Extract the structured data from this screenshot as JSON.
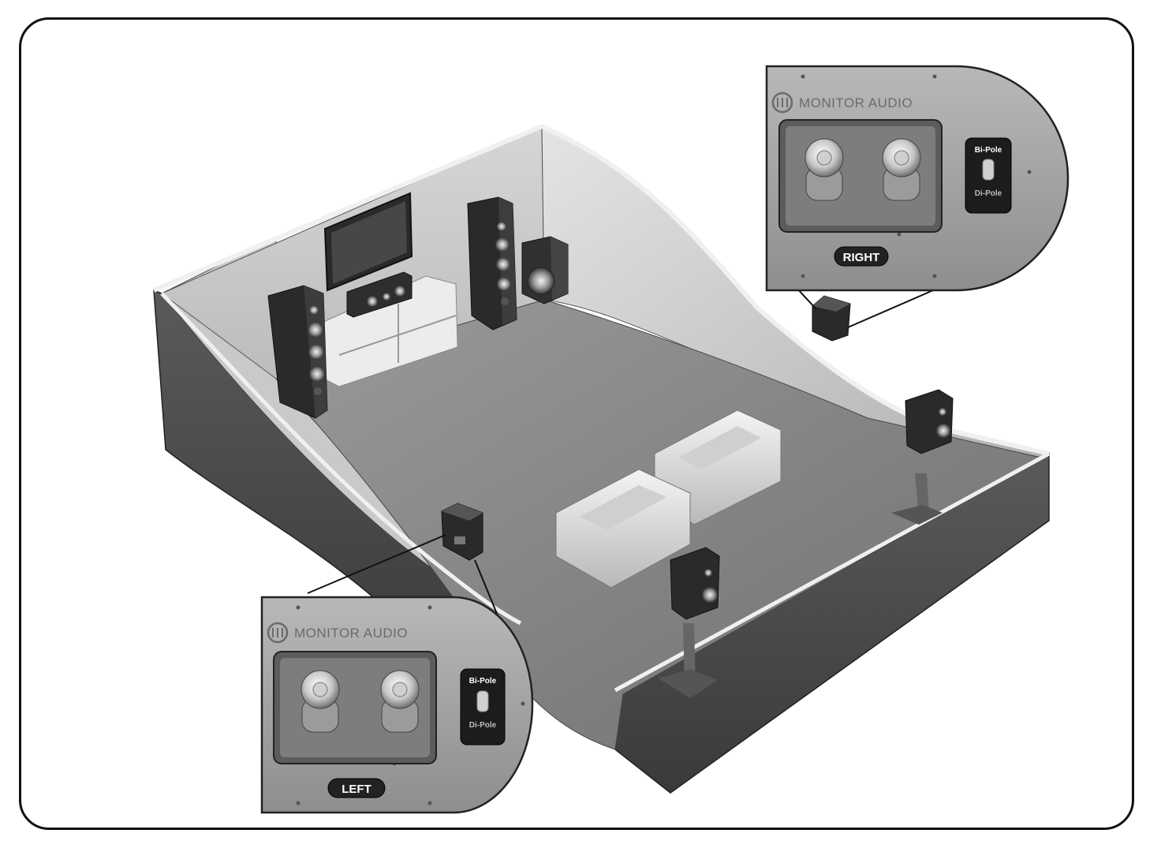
{
  "diagram": {
    "right_panel": {
      "brand": "MONITOR AUDIO",
      "switch_top": "Bi-Pole",
      "switch_bottom": "Di-Pole",
      "side": "RIGHT"
    },
    "left_panel": {
      "brand": "MONITOR AUDIO",
      "switch_top": "Bi-Pole",
      "switch_bottom": "Di-Pole",
      "side": "LEFT"
    }
  }
}
